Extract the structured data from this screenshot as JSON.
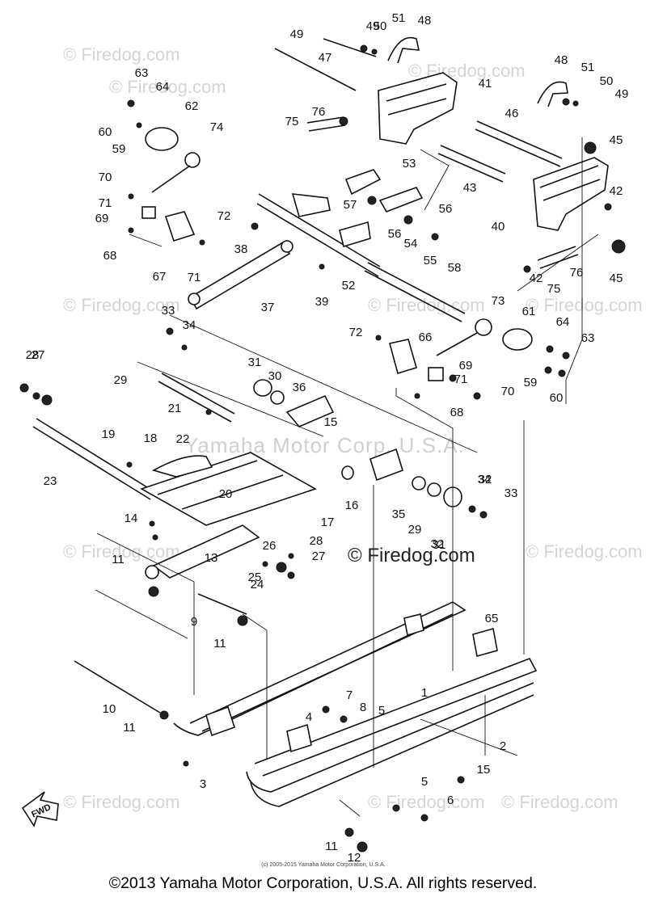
{
  "watermarks": {
    "brand": "© Firedog.com",
    "center": "© Firedog.com",
    "yamaha": "Yamaha Motor Corp. U.S.A."
  },
  "fine_print": "(c) 2005-2015 Yamaha Motor Corporation, U.S.A.",
  "fwd_label": "FWD",
  "copyright": "©2013 Yamaha Motor Corporation, U.S.A. All rights reserved.",
  "callouts": [
    "1",
    "2",
    "3",
    "4",
    "5",
    "5",
    "6",
    "7",
    "8",
    "9",
    "10",
    "11",
    "11",
    "11",
    "11",
    "12",
    "13",
    "14",
    "15",
    "15",
    "16",
    "17",
    "18",
    "19",
    "20",
    "21",
    "22",
    "23",
    "24",
    "25",
    "26",
    "27",
    "27",
    "28",
    "28",
    "29",
    "29",
    "30",
    "31",
    "31",
    "32",
    "32",
    "33",
    "33",
    "34",
    "34",
    "35",
    "36",
    "37",
    "38",
    "39",
    "40",
    "41",
    "42",
    "42",
    "43",
    "45",
    "45",
    "46",
    "47",
    "48",
    "48",
    "49",
    "49",
    "49",
    "50",
    "50",
    "51",
    "51",
    "52",
    "53",
    "54",
    "55",
    "56",
    "56",
    "57",
    "58",
    "59",
    "59",
    "60",
    "60",
    "61",
    "62",
    "63",
    "63",
    "64",
    "64",
    "65",
    "66",
    "67",
    "68",
    "68",
    "69",
    "69",
    "70",
    "70",
    "71",
    "71",
    "71",
    "72",
    "72",
    "73",
    "74",
    "75",
    "75",
    "76",
    "76"
  ]
}
